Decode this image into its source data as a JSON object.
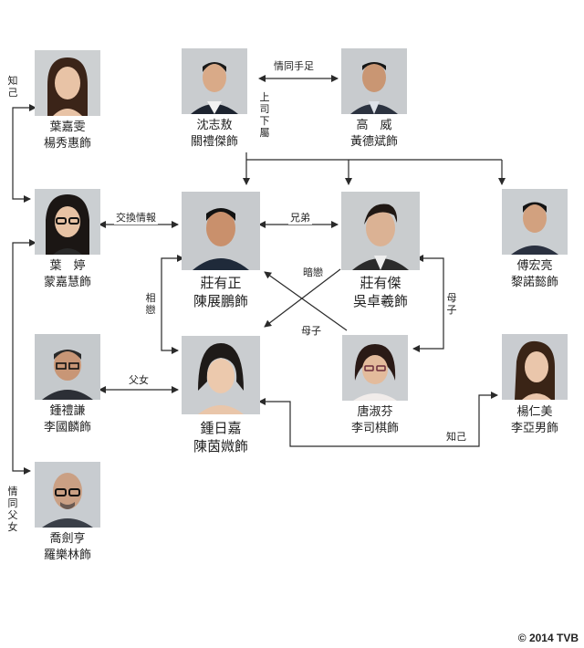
{
  "characters": {
    "ip_ka_man": {
      "name": "葉嘉雯",
      "actor": "楊秀惠飾"
    },
    "shum_chi_ngou": {
      "name": "沈志敖",
      "actor": "關禮傑飾"
    },
    "ko_wai": {
      "name": "高　威",
      "actor": "黃德斌飾"
    },
    "ip_ting": {
      "name": "葉　婷",
      "actor": "蒙嘉慧飾"
    },
    "chong_yau_ching": {
      "name": "莊有正",
      "actor": "陳展鵬飾"
    },
    "chong_yau_kit": {
      "name": "莊有傑",
      "actor": "吳卓羲飾"
    },
    "fu_wang_leung": {
      "name": "傅宏亮",
      "actor": "黎諾懿飾"
    },
    "chung_lai_him": {
      "name": "鍾禮謙",
      "actor": "李國麟飾"
    },
    "chung_yat_ka": {
      "name": "鍾日嘉",
      "actor": "陳茵媺飾"
    },
    "tong_suk_fan": {
      "name": "唐淑芬",
      "actor": "李司棋飾"
    },
    "yeung_yan_mei": {
      "name": "楊仁美",
      "actor": "李亞男飾"
    },
    "kiu_kim_hang": {
      "name": "喬劍亨",
      "actor": "羅樂林飾"
    }
  },
  "relations": {
    "confidant_top": "知己",
    "like_brothers": "情同手足",
    "superior_subordinate": "上司下屬",
    "exchange_info": "交換情報",
    "brothers": "兄弟",
    "secret_love": "暗戀",
    "mother_son_right": "母子",
    "mother_son_cross": "母子",
    "in_love": "相戀",
    "father_daughter": "父女",
    "confidant_bottom": "知己",
    "like_father_daughter": "情同父女"
  },
  "copyright": "© 2014 TVB",
  "colors": {
    "line": "#2a2a2a",
    "background": "#ffffff"
  }
}
